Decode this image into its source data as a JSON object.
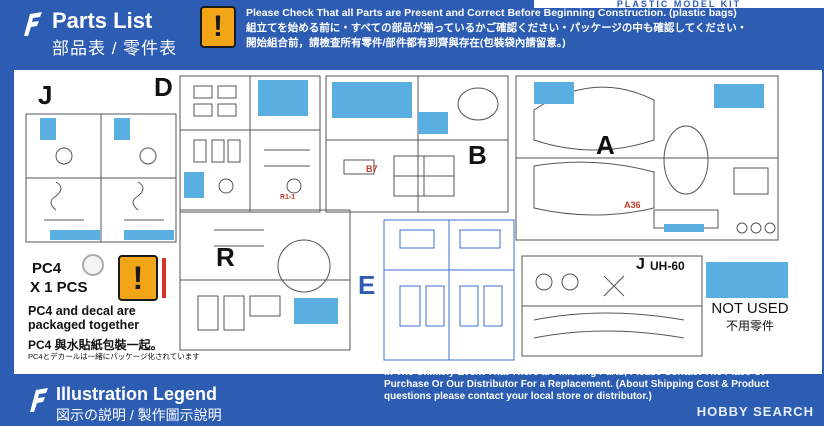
{
  "header": {
    "title": "Parts List",
    "subtitle": "部品表 / 零件表",
    "kit_banner": "PLASTIC MODEL KIT"
  },
  "notice": {
    "line_en": "Please Check That all Parts are Present and Correct Before Beginning Construction. (plastic bags)",
    "line_ja": "組立てを始める前に・すべての部品が揃っているかご確認ください・パッケージの中も確認してください・",
    "line_zh": "開始組合前，請檢查所有零件/部件都有到齊與存在(包裝袋內請留意。)"
  },
  "sprues": {
    "J": "J",
    "D": "D",
    "B": "B",
    "A": "A",
    "R": "R",
    "E": "E",
    "J_uh60": "J",
    "uh60_label": "UH-60",
    "b7_label": "B7",
    "a36_label": "A36",
    "r1_label": "R1-1"
  },
  "pc4": {
    "title": "PC4",
    "count": "X 1 PCS",
    "packaged_en": "PC4 and decal are packaged together",
    "packaged_zh": "PC4 與水貼紙包裝一起。",
    "packaged_ja": "PC4とデカールは一緒にパッケージ化されています"
  },
  "legend": {
    "not_used_en": "NOT USED",
    "not_used_zh": "不用零件",
    "swatch_color": "#5aaee0"
  },
  "missing_parts": {
    "text": "In The Unlikely Event That There are Missing Parts, Please Contact The Place Of Purchase Or Our Distributor For a Replacement. (About Shipping Cost & Product questions please contact your local store or distributor.)"
  },
  "footer": {
    "title": "Illustration Legend",
    "subtitle": "図示の説明 / 製作圖示說明"
  },
  "watermark": "HOBBY SEARCH",
  "colors": {
    "brand_blue": "#2d5db3",
    "warning_orange": "#f2a516",
    "highlight_blue": "#5aaee0"
  }
}
